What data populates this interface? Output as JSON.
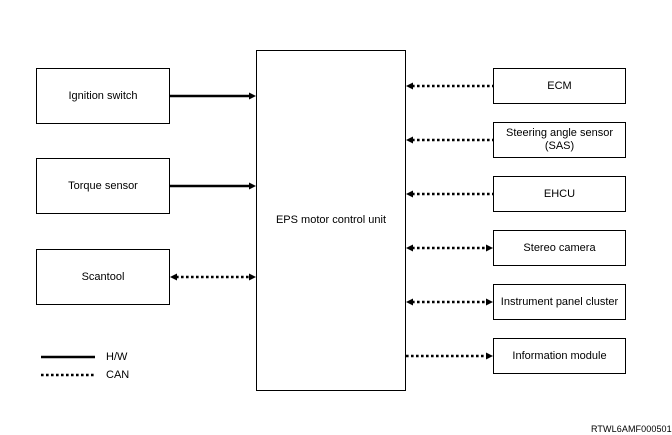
{
  "center_unit": {
    "label": "EPS motor control unit"
  },
  "left_inputs": [
    {
      "label": "Ignition switch",
      "link": "H/W",
      "direction": "to-center"
    },
    {
      "label": "Torque sensor",
      "link": "H/W",
      "direction": "to-center"
    },
    {
      "label": "Scantool",
      "link": "CAN",
      "direction": "bidirectional"
    }
  ],
  "right_modules": [
    {
      "label": "ECM",
      "link": "CAN",
      "direction": "to-center"
    },
    {
      "label": "Steering angle sensor",
      "label_line2": "(SAS)",
      "link": "CAN",
      "direction": "to-center"
    },
    {
      "label": "EHCU",
      "link": "CAN",
      "direction": "to-center"
    },
    {
      "label": "Stereo camera",
      "link": "CAN",
      "direction": "bidirectional"
    },
    {
      "label": "Instrument panel cluster",
      "link": "CAN",
      "direction": "bidirectional"
    },
    {
      "label": "Information module",
      "link": "CAN",
      "direction": "from-center"
    }
  ],
  "legend": {
    "hw_label": "H/W",
    "can_label": "CAN"
  },
  "figure_code": "RTWL6AMF000501"
}
